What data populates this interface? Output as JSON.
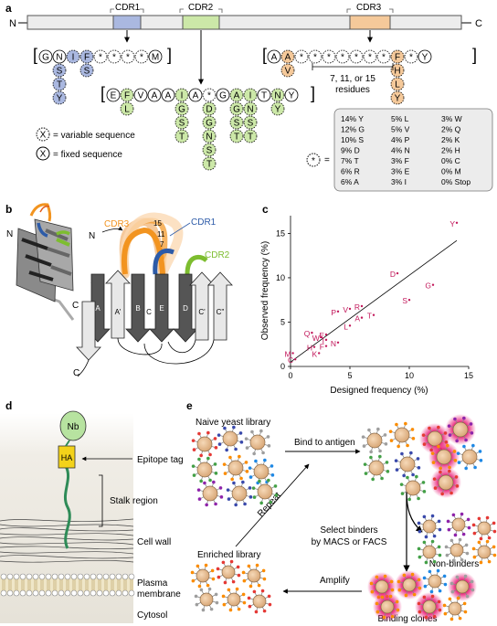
{
  "panels": {
    "a": "a",
    "b": "b",
    "c": "c",
    "d": "d",
    "e": "e"
  },
  "colors": {
    "cdr1": "#aab8e0",
    "cdr2": "#cce8a8",
    "cdr3": "#f5c99a",
    "magenta": "#c2185b",
    "dark_strand": "#555555",
    "light_strand": "#e8e8e8",
    "orange": "#f29420",
    "blue": "#2d5ba8",
    "green": "#7dbd2f"
  },
  "panel_a": {
    "n_label": "N",
    "c_label": "C",
    "cdr1_label": "CDR1",
    "cdr2_label": "CDR2",
    "cdr3_label": "CDR3",
    "cdr1_fixed": [
      "G",
      "N",
      "I",
      "F"
    ],
    "cdr1_vars": [
      "*",
      "*",
      "*",
      "*"
    ],
    "cdr1_end": "M",
    "cdr1_var_col": [
      "S",
      "T",
      "Y"
    ],
    "cdr1_var_f": "S",
    "cdr2_seq": [
      "E",
      "F",
      "V",
      "A",
      "A",
      "I",
      "A",
      "*",
      "G",
      "A",
      "I",
      "T",
      "N",
      "Y"
    ],
    "cdr3_start": [
      "A",
      "A"
    ],
    "cdr3_stars": [
      "*",
      "*",
      "*",
      "*",
      "*",
      "*",
      "*"
    ],
    "cdr3_f": "F",
    "cdr3_end": [
      "*",
      "Y"
    ],
    "cdr3_sub_a": "V",
    "cdr3_sub_f": [
      "H",
      "L",
      "Y"
    ],
    "cdr3_length_note": [
      "7, 11, or 15",
      "residues"
    ],
    "legend_variable": "= variable sequence",
    "legend_fixed": "= fixed sequence",
    "legend_x": "X",
    "legend_star": "*",
    "legend_eq": "=",
    "freq_table": [
      [
        "14% Y",
        "5% L",
        "3% W"
      ],
      [
        "12% G",
        "5% V",
        "2% Q"
      ],
      [
        "10% S",
        "4% P",
        "2% K"
      ],
      [
        "9% D",
        "4% N",
        "2% H"
      ],
      [
        "7% T",
        "3% F",
        "0% C"
      ],
      [
        "6% R",
        "3% E",
        "0% M"
      ],
      [
        "6% A",
        "3% I",
        "0% Stop"
      ]
    ]
  },
  "panel_b": {
    "n_label": "N",
    "c_label": "C",
    "cdr1": "CDR1",
    "cdr2": "CDR2",
    "cdr3": "CDR3",
    "lengths": [
      "15",
      "11",
      "7"
    ],
    "strands": [
      "A",
      "B",
      "E",
      "D",
      "A'",
      "C",
      "C'",
      "C''"
    ]
  },
  "chart_data": {
    "type": "scatter",
    "xlabel": "Designed frequency (%)",
    "ylabel": "Observed frequency (%)",
    "xlim": [
      0,
      15
    ],
    "ylim": [
      0,
      17
    ],
    "x_ticks": [
      "0",
      "5",
      "10",
      "15"
    ],
    "y_ticks": [
      "0",
      "5",
      "10",
      "15"
    ],
    "fit_line": {
      "x": [
        0,
        14
      ],
      "y": [
        0.5,
        14.2
      ]
    },
    "points": [
      {
        "label": "Y",
        "x": 14,
        "y": 16.2
      },
      {
        "label": "G",
        "x": 12,
        "y": 9.2
      },
      {
        "label": "S",
        "x": 10,
        "y": 7.5
      },
      {
        "label": "D",
        "x": 9,
        "y": 10.5
      },
      {
        "label": "T",
        "x": 7,
        "y": 5.8
      },
      {
        "label": "R",
        "x": 6,
        "y": 6.8
      },
      {
        "label": "A",
        "x": 6,
        "y": 5.5
      },
      {
        "label": "L",
        "x": 5,
        "y": 4.6
      },
      {
        "label": "V",
        "x": 5,
        "y": 6.5
      },
      {
        "label": "P",
        "x": 4,
        "y": 6.2
      },
      {
        "label": "N",
        "x": 4,
        "y": 2.7
      },
      {
        "label": "F",
        "x": 3,
        "y": 2.3
      },
      {
        "label": "E",
        "x": 3,
        "y": 3.6
      },
      {
        "label": "I",
        "x": 3,
        "y": 3.0
      },
      {
        "label": "W",
        "x": 2.6,
        "y": 3.3
      },
      {
        "label": "Q",
        "x": 1.8,
        "y": 3.8
      },
      {
        "label": "H",
        "x": 2.0,
        "y": 2.2
      },
      {
        "label": "K",
        "x": 2.4,
        "y": 1.5
      },
      {
        "label": "M",
        "x": 0.2,
        "y": 1.5
      },
      {
        "label": "C",
        "x": 0.4,
        "y": 0.8
      }
    ]
  },
  "panel_d": {
    "nb": "Nb",
    "ha": "HA",
    "epitope_tag": "Epitope tag",
    "stalk_region": "Stalk region",
    "cell_wall": "Cell wall",
    "plasma_membrane": [
      "Plasma",
      "membrane"
    ],
    "cytosol": "Cytosol"
  },
  "panel_e": {
    "naive": "Naive yeast library",
    "bind": "Bind to antigen",
    "select": [
      "Select binders",
      "by MACS or FACS"
    ],
    "non_binders": "Non-binders",
    "binding_clones": "Binding clones",
    "amplify": "Amplify",
    "enriched": "Enriched library",
    "repeat": "Repeat"
  }
}
